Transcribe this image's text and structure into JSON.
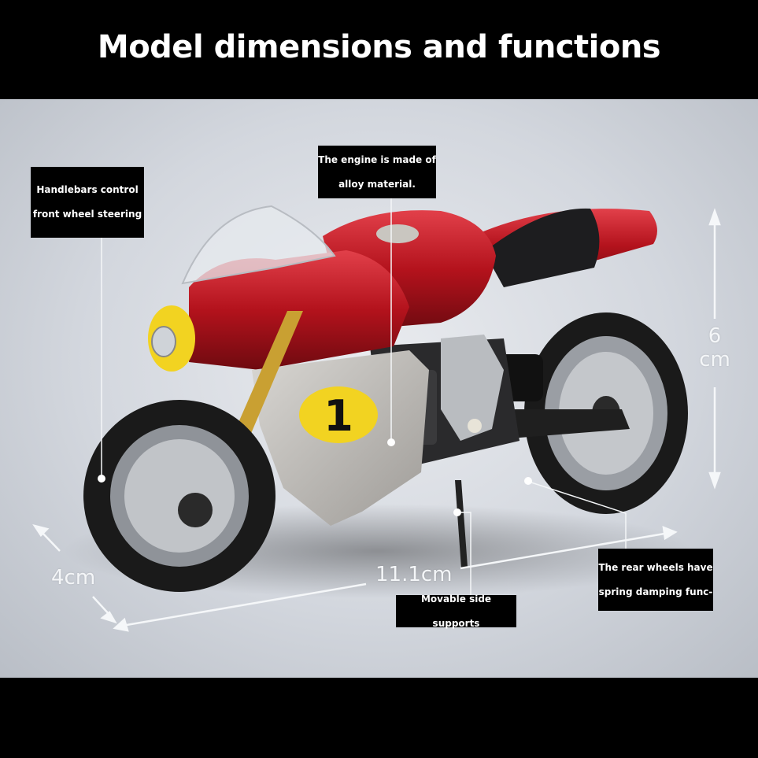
{
  "header": {
    "title": "Model dimensions and functions"
  },
  "callouts": {
    "handlebars": {
      "line1": "Handlebars control",
      "line2": "front wheel steering"
    },
    "engine": {
      "line1": "The engine is made of",
      "line2": "alloy material."
    },
    "rear_wheels": {
      "line1": "The rear wheels have",
      "line2": "spring damping func-"
    },
    "side_supports": {
      "line1": "Movable side supports"
    }
  },
  "dimensions": {
    "height": {
      "line1": "6",
      "line2": "cm"
    },
    "length": "11.1cm",
    "width": "4cm"
  },
  "colors": {
    "body_red": "#b3121c",
    "fairing_silver": "#b9b6b2",
    "number_plate_yellow": "#f2d321",
    "background": "#d6d9df"
  },
  "product": {
    "plate_number": "1"
  }
}
